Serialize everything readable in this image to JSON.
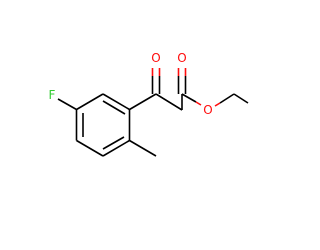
{
  "molecule": {
    "colors": {
      "bond": "#000000",
      "oxygen": "#ff0d0d",
      "fluorine": "#33cc33",
      "background": "#ffffff"
    },
    "atoms": {
      "fluorine": "F",
      "ketone_oxygen": "O",
      "ester_carbonyl_oxygen": "O",
      "ester_ether_oxygen": "O"
    }
  }
}
